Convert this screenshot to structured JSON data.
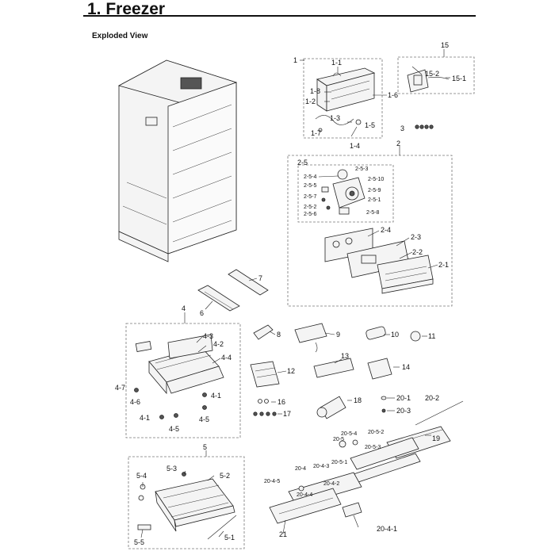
{
  "header": {
    "title": "1.  Freezer",
    "subtitle": "Exploded View"
  },
  "labels": {
    "l1": "1",
    "l1_1": "1-1",
    "l1_8": "1-8",
    "l1_2": "1-2",
    "l1_6": "1-6",
    "l1_3": "1-3",
    "l1_5": "1-5",
    "l1_7": "1-7",
    "l1_4": "1-4",
    "l15": "15",
    "l15_2": "15-2",
    "l15_1": "15-1",
    "l3": "3",
    "l2": "2",
    "l2_5": "2-5",
    "l2_5_4": "2-5-4",
    "l2_5_3": "2-5-3",
    "l2_5_5": "2-5-5",
    "l2_5_10": "2-5-10",
    "l2_5_9": "2-5-9",
    "l2_5_7": "2-5-7",
    "l2_5_1": "2-5-1",
    "l2_5_2": "2-5-2",
    "l2_5_6": "2-5-6",
    "l2_5_8": "2-5-8",
    "l2_4": "2-4",
    "l2_3": "2-3",
    "l2_2": "2-2",
    "l2_1": "2-1",
    "l7": "7",
    "l6": "6",
    "l4": "4",
    "l4_3": "4-3",
    "l4_2": "4-2",
    "l4_4": "4-4",
    "l4_7": "4-7",
    "l4_6": "4-6",
    "l4_1a": "4-1",
    "l4_1b": "4-1",
    "l4_5a": "4-5",
    "l4_5b": "4-5",
    "l8": "8",
    "l9": "9",
    "l10": "10",
    "l11": "11",
    "l12": "12",
    "l13": "13",
    "l14": "14",
    "l16": "16",
    "l17": "17",
    "l18": "18",
    "l20_1": "20-1",
    "l20_2": "20-2",
    "l20_3": "20-3",
    "l20_5_4": "20-5-4",
    "l20_5_2": "20-5-2",
    "l20_5": "20-5",
    "l20_5_3": "20-5-3",
    "l20_5_1": "20-5-1",
    "l19": "19",
    "l20_4": "20-4",
    "l20_4_3": "20-4-3",
    "l20_4_5": "20-4-5",
    "l20_4_2": "20-4-2",
    "l20_4_4": "20-4-4",
    "l20_4_1": "20-4-1",
    "l21": "21",
    "l5": "5",
    "l5_3": "5-3",
    "l5_2": "5-2",
    "l5_4": "5-4",
    "l5_1": "5-1",
    "l5_5": "5-5"
  }
}
